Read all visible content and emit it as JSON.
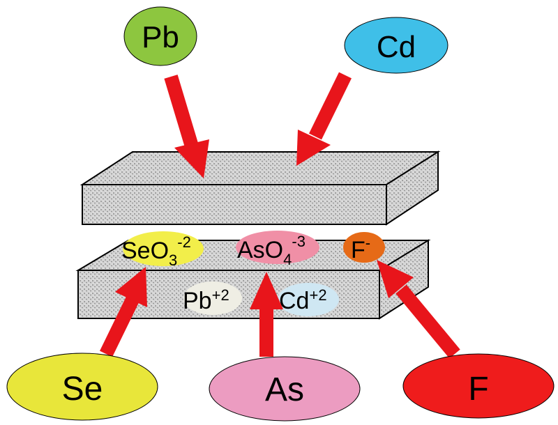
{
  "sources": {
    "pb": {
      "label": "Pb",
      "color": "#8dc63f"
    },
    "cd": {
      "label": "Cd",
      "color": "#3fbfe8"
    },
    "se": {
      "label": "Se",
      "color": "#e8e63a"
    },
    "as": {
      "label": "As",
      "color": "#ec9cc1"
    },
    "f": {
      "label": "F",
      "color": "#ef1c1c"
    }
  },
  "species": {
    "seo3": {
      "base": "SeO",
      "sub": "3",
      "sup": "-2",
      "color": "#f2ee4a"
    },
    "aso4": {
      "base": "AsO",
      "sub": "4",
      "sup": "-3",
      "color": "#f08fa6"
    },
    "f": {
      "base": "F",
      "sup": "-",
      "color": "#e66a17"
    },
    "pb": {
      "base": "Pb",
      "sup": "+2",
      "color": "#efeee4"
    },
    "cd": {
      "base": "Cd",
      "sup": "+2",
      "color": "#cfe7f3"
    }
  },
  "arrow_color": "#e8151b"
}
